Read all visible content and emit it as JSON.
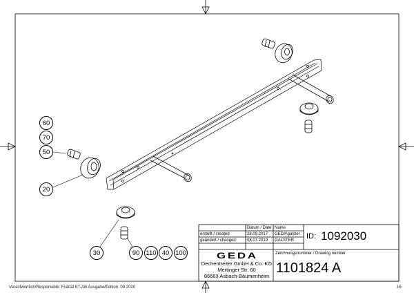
{
  "balloons": [
    "60",
    "70",
    "50",
    "20",
    "30",
    "90",
    "110",
    "40",
    "100"
  ],
  "title_block": {
    "date_header": "Datum / Date",
    "name_header": "Name",
    "created_label": "erstellt / created",
    "created_date": "28.09.2017",
    "created_name": "GEDA\\galster",
    "changed_label": "geändert / changed",
    "changed_date": "08.07.2019",
    "changed_name": "GALSTER",
    "id_label": "ID:",
    "id_value": "1092030",
    "logo": "GEDA",
    "company": "Dechentreiter GmbH & Co. KG",
    "street": "Mertinger Str. 60",
    "city": "86663 Asbach-Bäumenheim",
    "drawing_number_label": "Zeichnungsnummer / Drawing number",
    "drawing_number": "1101824 A"
  },
  "footer": {
    "responsible": "Verantwortlich/Responsible: Fraktal ET-AB Ausgabe/Edition: 09.2020",
    "page": "16"
  }
}
